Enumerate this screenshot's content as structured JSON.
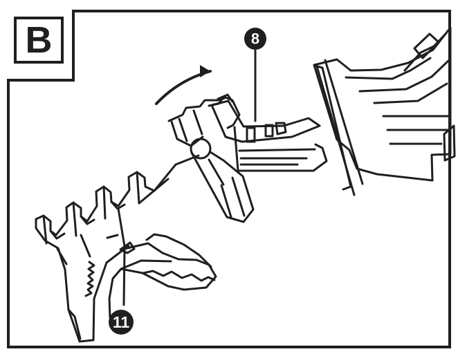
{
  "panel_label": "B",
  "callouts": [
    {
      "id": "callout-8",
      "label": "8"
    },
    {
      "id": "callout-11",
      "label": "11"
    }
  ],
  "colors": {
    "line": "#1f1f1f",
    "paper": "#ffffff"
  },
  "icon_names": [
    "rotation-arrow-icon",
    "saw-shoe-icon",
    "lever-icon",
    "tool-body-icon"
  ]
}
